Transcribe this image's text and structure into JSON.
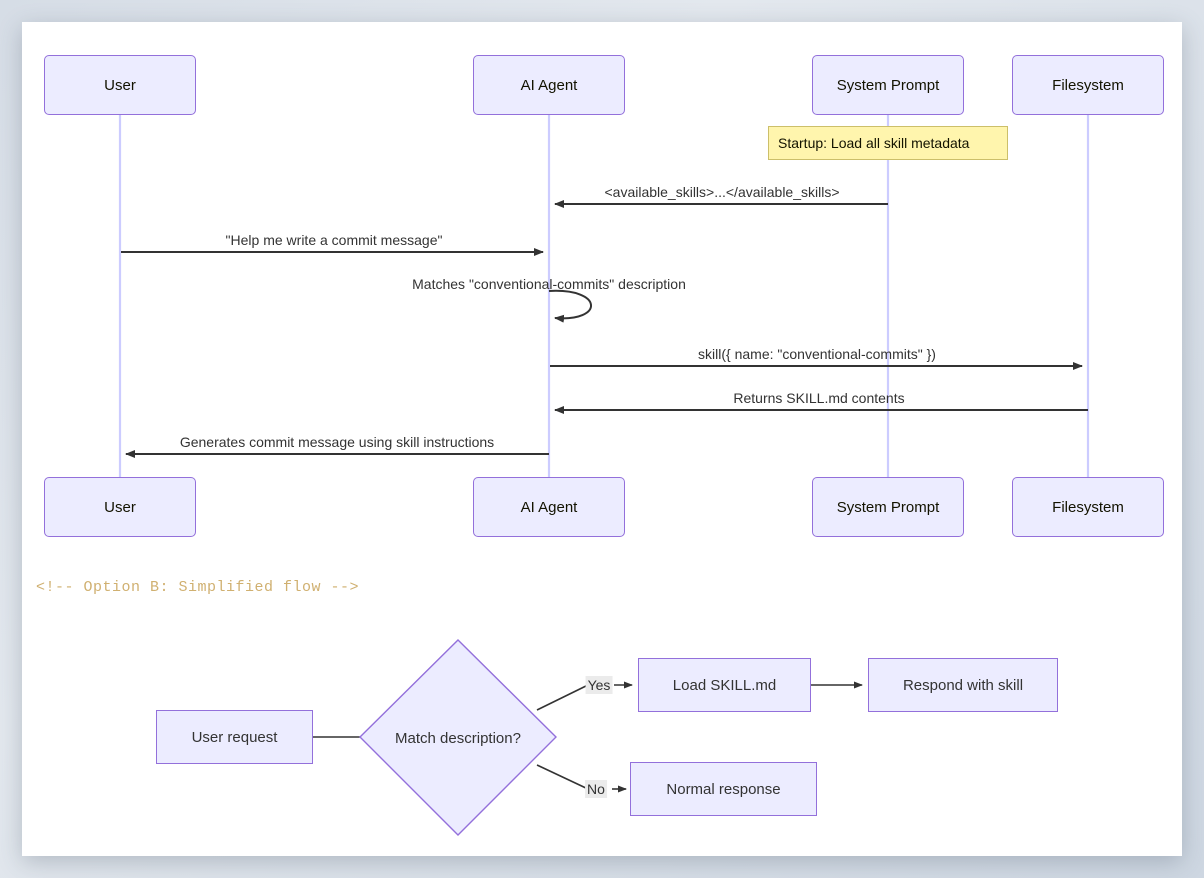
{
  "page": {
    "background": "#ffffff",
    "canvas_color": "#ffffff"
  },
  "theme": {
    "node_fill": "#ECECFF",
    "node_stroke": "#9370DB",
    "lifeline_color": "#CCCCFF",
    "arrow_color": "#333333",
    "note_fill": "#FFF5AD",
    "note_stroke": "#CCBF6A",
    "edge_label_bg": "#ebebeb",
    "comment_color": "#d0b070"
  },
  "sequence_diagram": {
    "actors_top": [
      {
        "label": "User"
      },
      {
        "label": "AI Agent"
      },
      {
        "label": "System Prompt"
      },
      {
        "label": "Filesystem"
      }
    ],
    "actors_bottom": [
      {
        "label": "User"
      },
      {
        "label": "AI Agent"
      },
      {
        "label": "System Prompt"
      },
      {
        "label": "Filesystem"
      }
    ],
    "note": {
      "text": "Startup: Load all skill metadata"
    },
    "messages": [
      {
        "label": "<available_skills>...</available_skills>",
        "from": "System Prompt",
        "to": "AI Agent",
        "direction": "left"
      },
      {
        "label": "\"Help me write a commit message\"",
        "from": "User",
        "to": "AI Agent",
        "direction": "right"
      },
      {
        "label": "Matches \"conventional-commits\" description",
        "from": "AI Agent",
        "to": "AI Agent",
        "direction": "self"
      },
      {
        "label": "skill({ name: \"conventional-commits\" })",
        "from": "AI Agent",
        "to": "Filesystem",
        "direction": "right"
      },
      {
        "label": "Returns SKILL.md contents",
        "from": "Filesystem",
        "to": "AI Agent",
        "direction": "left"
      },
      {
        "label": "Generates commit message using skill instructions",
        "from": "AI Agent",
        "to": "User",
        "direction": "left"
      }
    ]
  },
  "comment": {
    "text": "<!-- Option B: Simplified flow -->"
  },
  "flowchart": {
    "nodes": [
      {
        "id": "user-request",
        "label": "User request",
        "shape": "rect"
      },
      {
        "id": "match-description",
        "label": "Match description?",
        "shape": "diamond"
      },
      {
        "id": "load-skill",
        "label": "Load SKILL.md",
        "shape": "rect"
      },
      {
        "id": "respond-with-skill",
        "label": "Respond with skill",
        "shape": "rect"
      },
      {
        "id": "normal-response",
        "label": "Normal response",
        "shape": "rect"
      }
    ],
    "edges": [
      {
        "from": "user-request",
        "to": "match-description",
        "label": ""
      },
      {
        "from": "match-description",
        "to": "load-skill",
        "label": "Yes"
      },
      {
        "from": "match-description",
        "to": "normal-response",
        "label": "No"
      },
      {
        "from": "load-skill",
        "to": "respond-with-skill",
        "label": ""
      }
    ]
  }
}
